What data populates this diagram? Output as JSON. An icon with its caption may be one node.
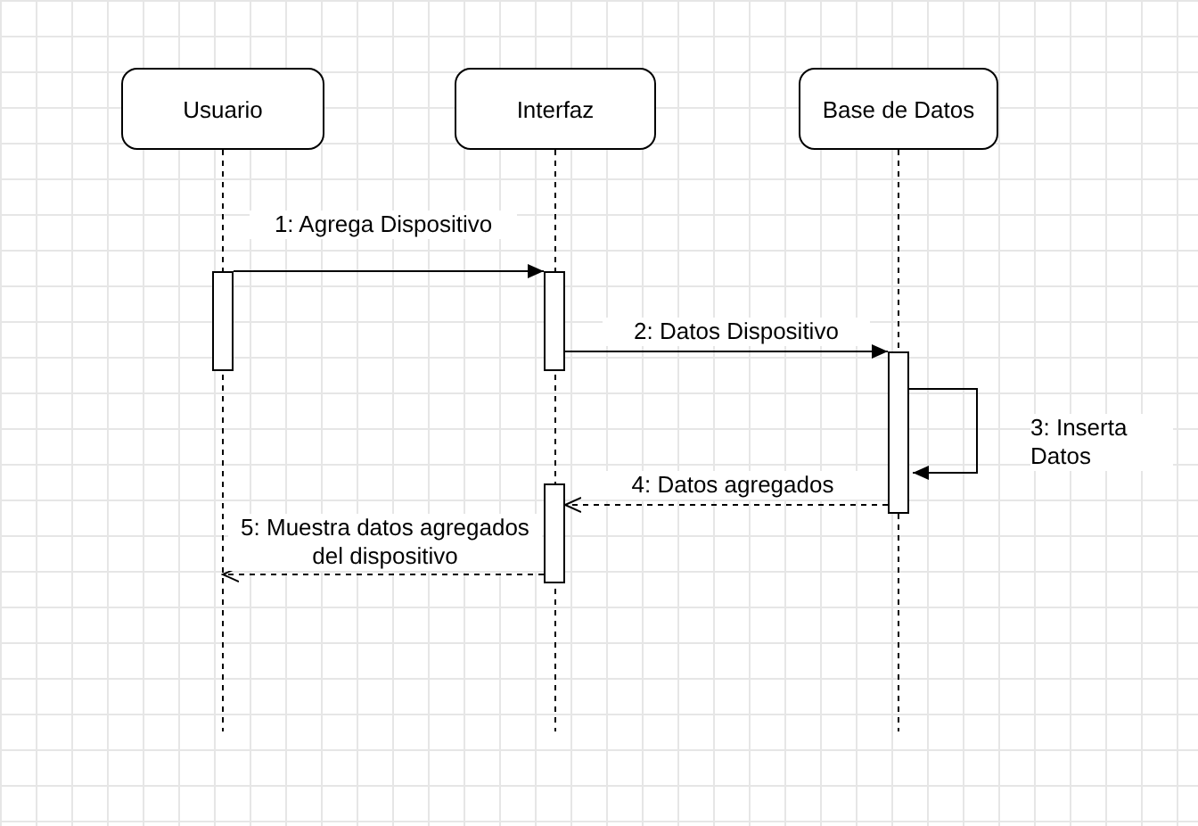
{
  "diagram": {
    "nodes": [
      {
        "text": [
          "Usuario"
        ]
      },
      {
        "text": [
          "Interfaz"
        ]
      },
      {
        "text": [
          "Base de Datos"
        ]
      },
      {
        "text": [],
        "shape": "bar"
      },
      {
        "text": [],
        "shape": "bar"
      },
      {
        "text": [],
        "shape": "bar"
      },
      {
        "text": [],
        "shape": "bar"
      }
    ],
    "edges": [
      {
        "from": 3,
        "to": 4,
        "arrow": "to",
        "label": "1: Agrega Dispositivo"
      },
      {
        "from": 4,
        "to": 5,
        "arrow": "to",
        "label": "2: Datos Dispositivo"
      },
      {
        "from": 5,
        "to": 5,
        "arrow": "to",
        "label": "3: Inserta Datos"
      },
      {
        "from": 5,
        "to": 6,
        "arrow": "to",
        "label": "4: Datos agregados",
        "style": "dashed"
      },
      {
        "from": 6,
        "to": null,
        "arrow": "to",
        "label": "5: Muestra datos agregados del dispositivo",
        "style": "dashed"
      },
      {
        "from": 0,
        "to": null,
        "arrow": "none",
        "style": "dashed"
      },
      {
        "from": 1,
        "to": null,
        "arrow": "none",
        "style": "dashed"
      },
      {
        "from": 2,
        "to": null,
        "arrow": "none",
        "style": "dashed"
      }
    ]
  }
}
